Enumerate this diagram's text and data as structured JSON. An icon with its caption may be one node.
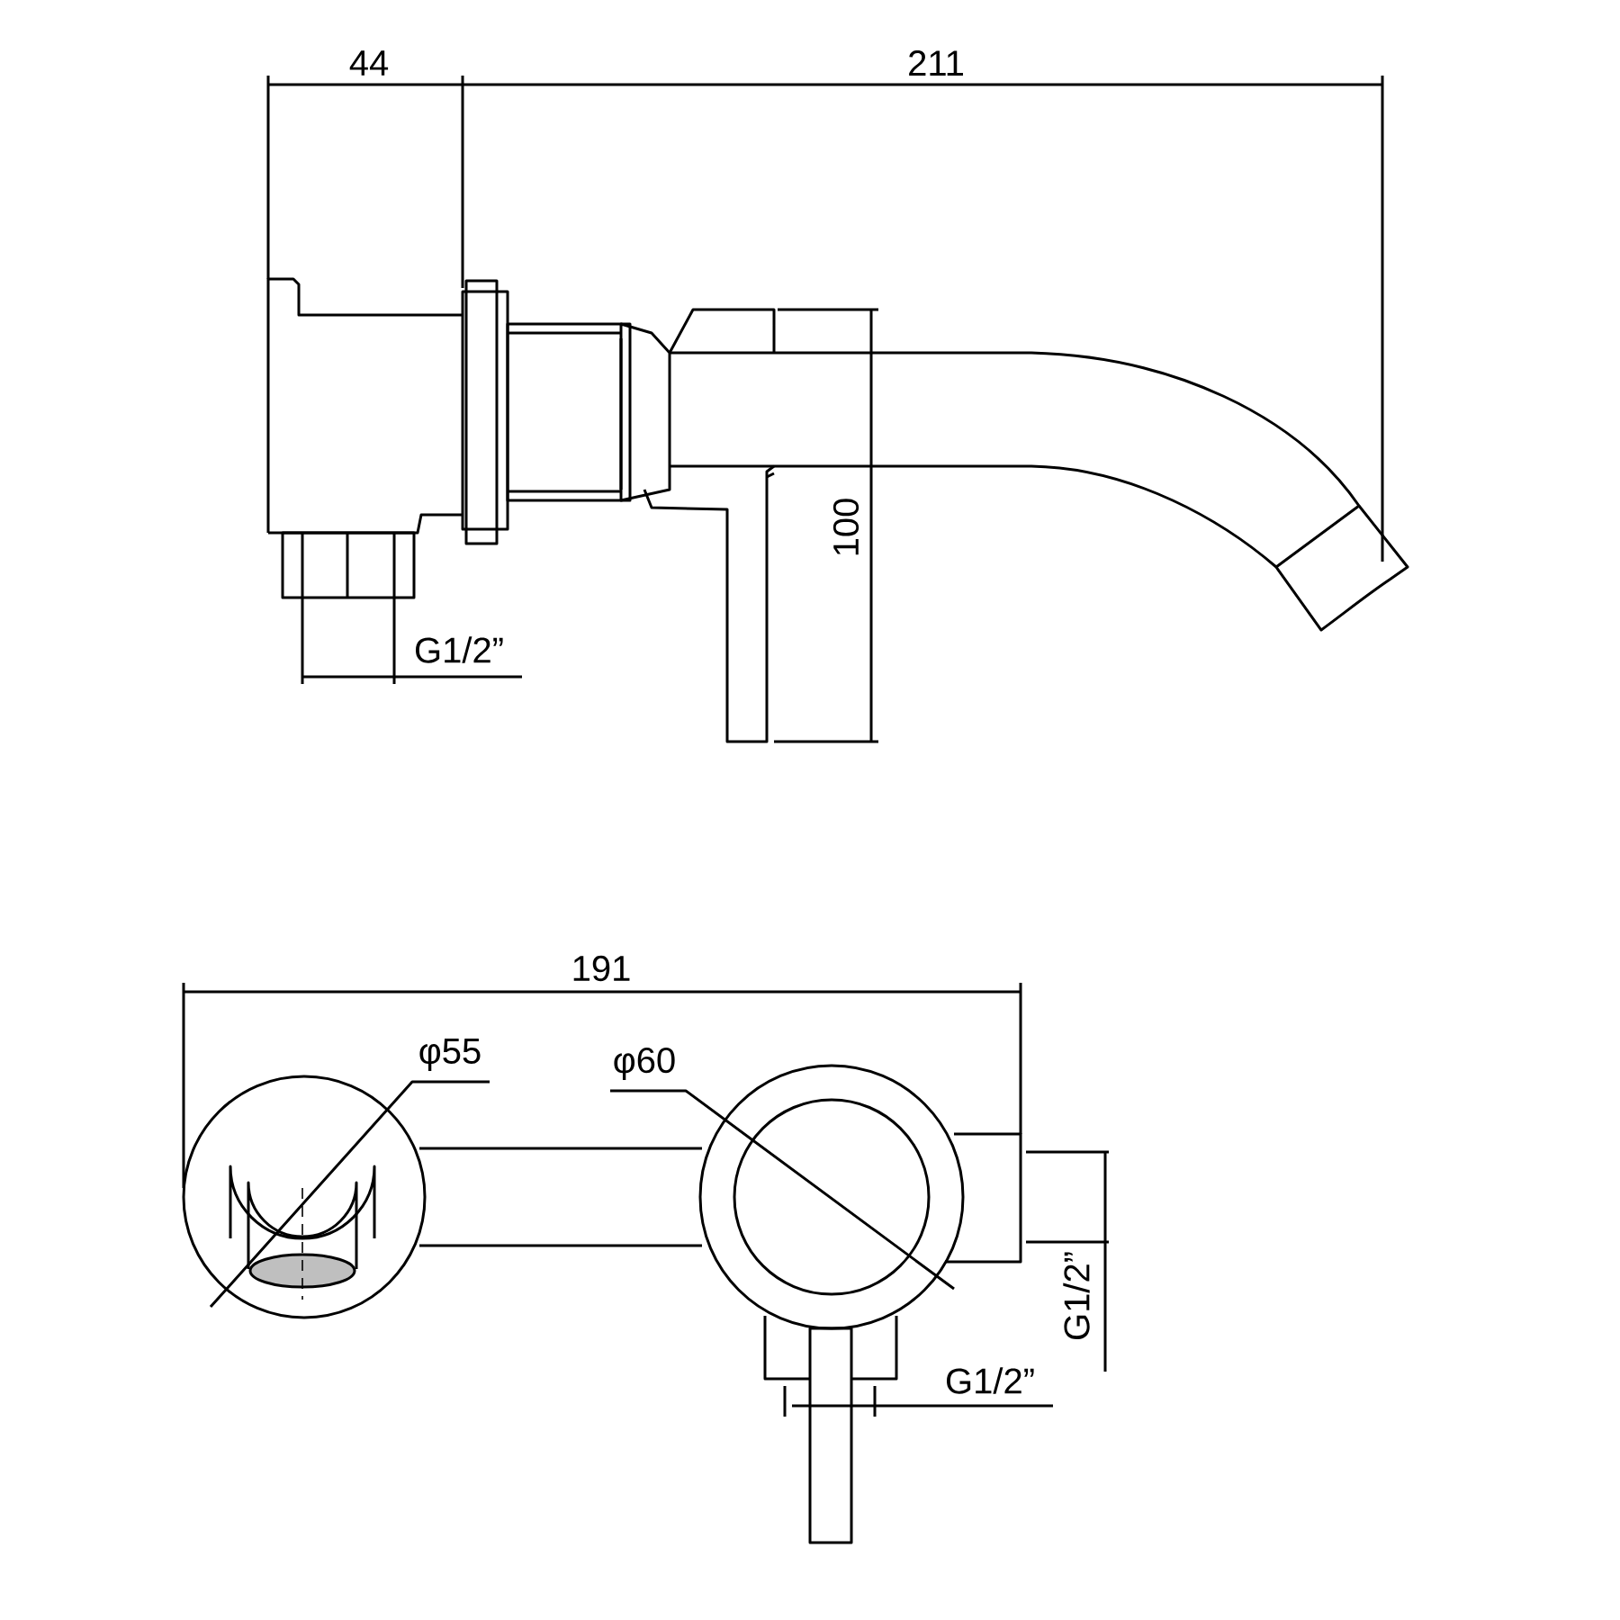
{
  "diagram": {
    "labels": [
      "44",
      "211",
      "100",
      "G1/2”",
      "191",
      "φ55",
      "φ60",
      "G1/2”",
      "G1/2”"
    ]
  }
}
